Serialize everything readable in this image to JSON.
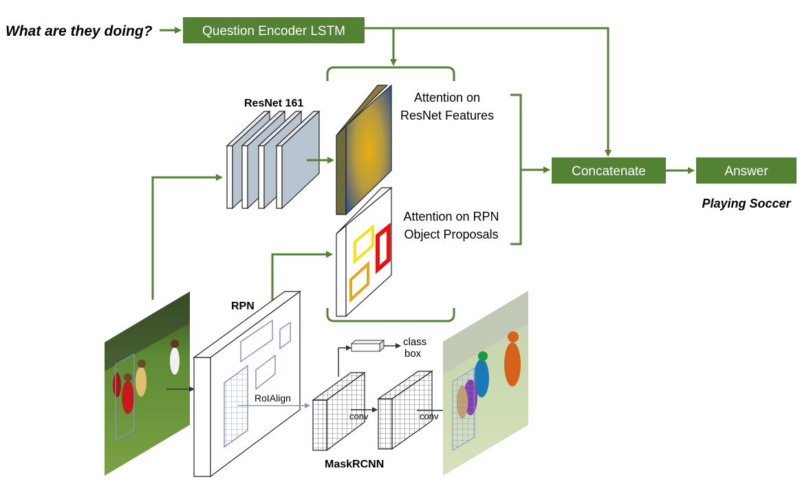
{
  "question": "What are they doing?",
  "encoder_label": "Question Encoder LSTM",
  "resnet_label": "ResNet 161",
  "attn_resnet_line1": "Attention on",
  "attn_resnet_line2": "ResNet Features",
  "attn_rpn_line1": "Attention on RPN",
  "attn_rpn_line2": "Object Proposals",
  "concat_label": "Concatenate",
  "answer_label": "Answer",
  "answer_text": "Playing Soccer",
  "rpn_label": "RPN",
  "roialign_label": "RoIAlign",
  "class_label": "class",
  "box_label": "box",
  "conv1_label": "conv",
  "conv2_label": "conv",
  "maskrcnn_label": "MaskRCNN",
  "colors": {
    "green_box": "#548235",
    "arrow_green": "#548235",
    "resnet_block": "#b8c4d0",
    "attn_gold": "#d6a415",
    "attn_blue": "#2e4f8f",
    "proposal_yellow": "#f2e21a",
    "proposal_orange": "#e8a51a",
    "proposal_red": "#e81010"
  }
}
